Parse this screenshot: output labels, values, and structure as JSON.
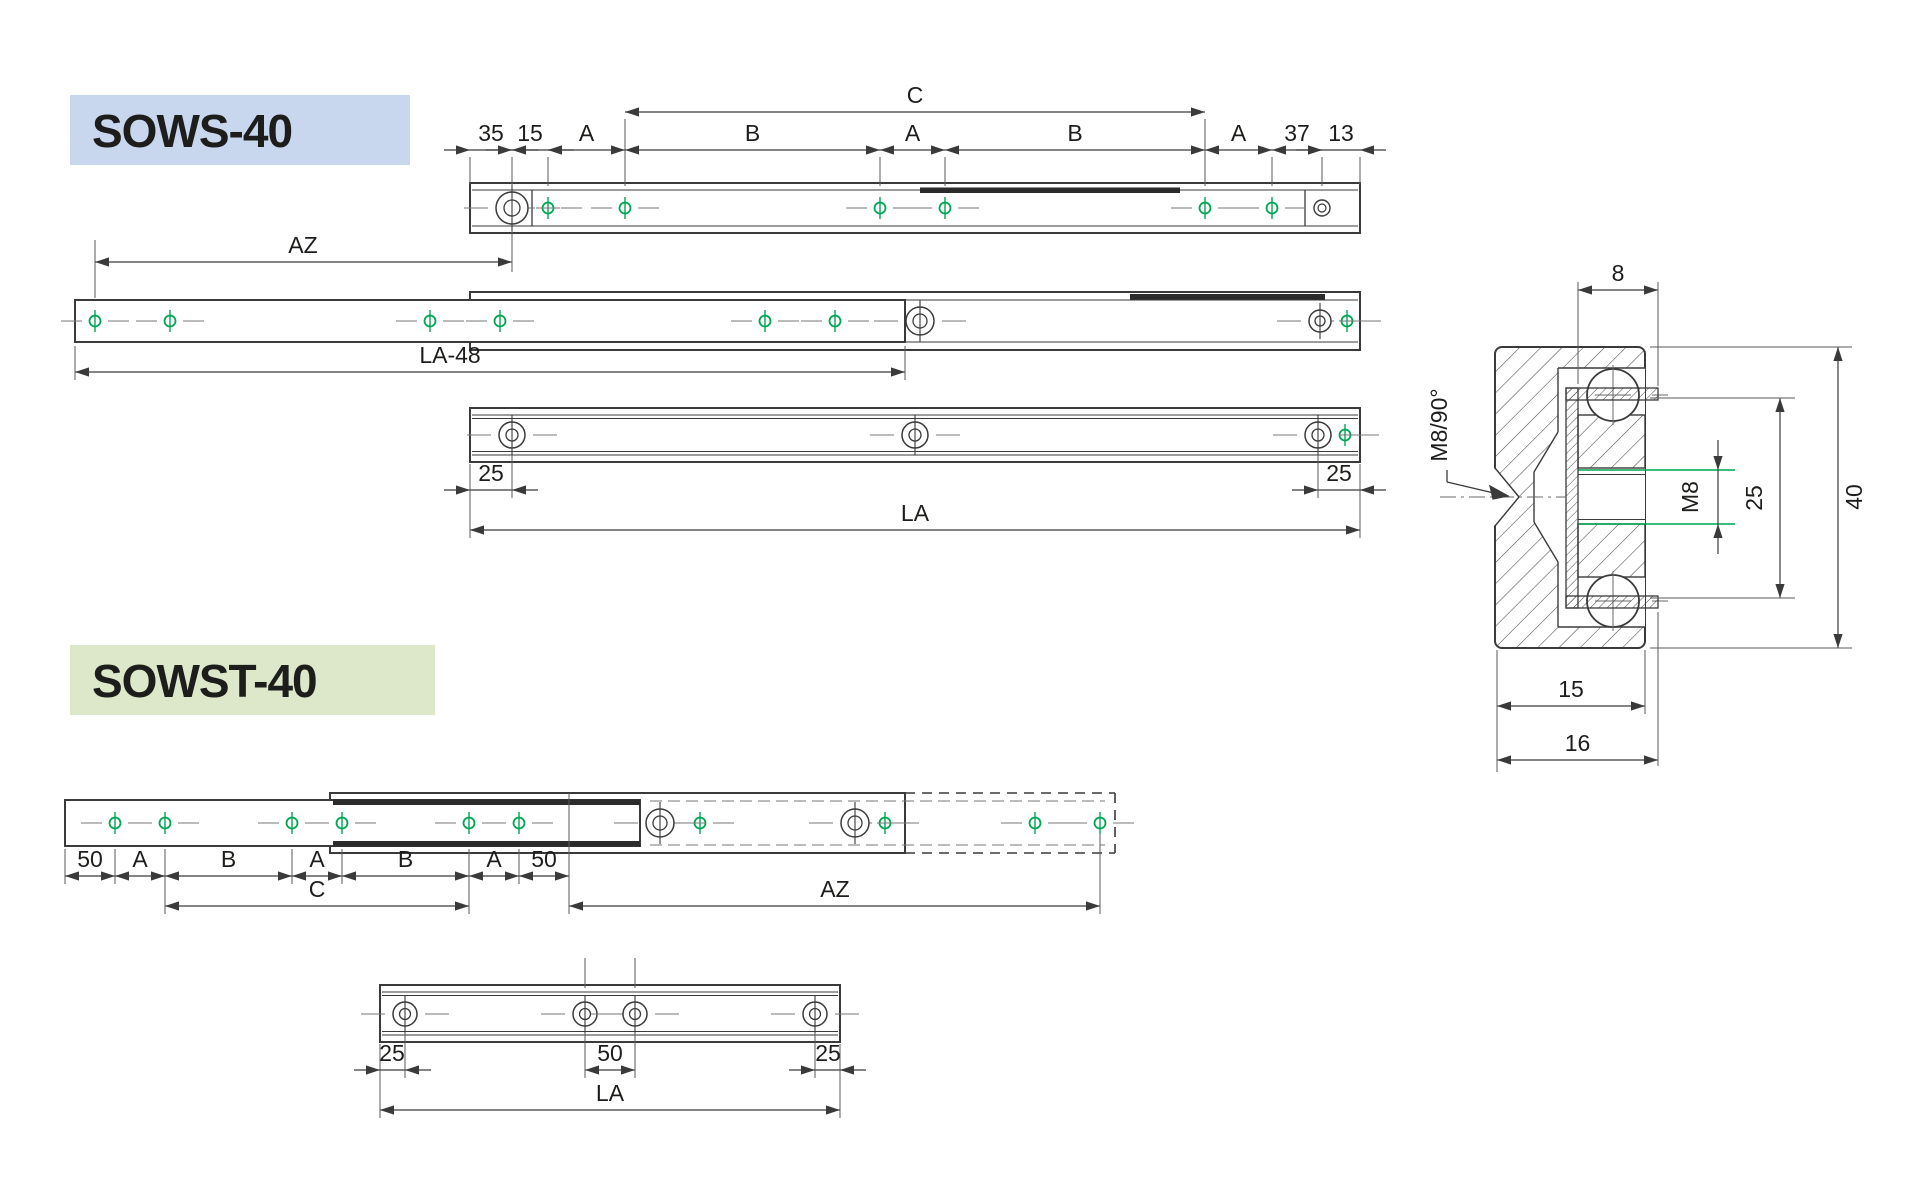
{
  "colors": {
    "line": "#3a3a3a",
    "dim": "#3a3a3a",
    "thin": "#5a5a5a",
    "green": "#00a651",
    "sows_bg": "#c9d7ee",
    "sowst_bg": "#dce8c9",
    "text": "#1d1d1b"
  },
  "sows": {
    "title": "SOWS-40",
    "top_chain": [
      "35",
      "15",
      "A",
      "B",
      "A",
      "B",
      "A",
      "37",
      "13"
    ],
    "c_label": "C",
    "az_label": "AZ",
    "la48_label": "LA-48",
    "rail_25_left": "25",
    "rail_25_right": "25",
    "la_label": "LA"
  },
  "sowst": {
    "title": "SOWST-40",
    "bottom_chain": [
      "50",
      "A",
      "B",
      "A",
      "B",
      "A",
      "50"
    ],
    "c_label": "C",
    "az_label": "AZ",
    "rail_25_left": "25",
    "rail_50_mid": "50",
    "rail_25_right": "25",
    "la_label": "LA"
  },
  "section": {
    "width_top": "8",
    "countersink": "M8/90°",
    "thread": "M8",
    "pitch_25": "25",
    "height_40": "40",
    "depth_15": "15",
    "depth_16": "16"
  }
}
